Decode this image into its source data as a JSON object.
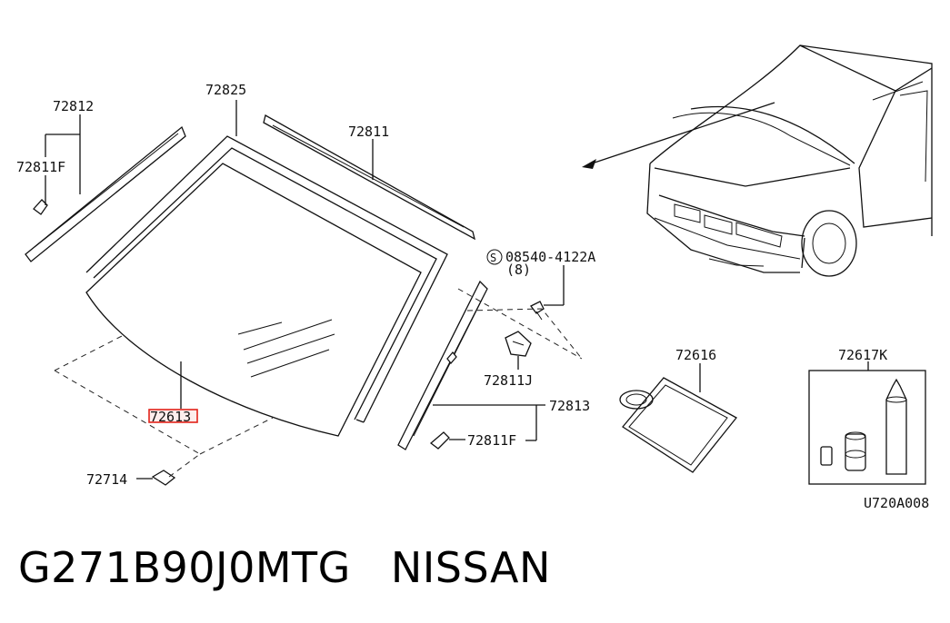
{
  "labels": {
    "p72812": "72812",
    "p72825": "72825",
    "p72811": "72811",
    "p72811f_left": "72811F",
    "s08540": "08540-4122A",
    "s08540_qty": "(8)",
    "screw_prefix": "S",
    "p72811j": "72811J",
    "p72813": "72813",
    "p72811f_bottom": "72811F",
    "p72613": "72613",
    "p72714": "72714",
    "p72616": "72616",
    "p72617k": "72617K",
    "diagram_code": "U720A008"
  },
  "footer": {
    "part_number": "G271B90J0MTG",
    "brand": "NISSAN"
  },
  "colors": {
    "highlight": "#e2231a",
    "line": "#111111",
    "background": "#ffffff"
  }
}
